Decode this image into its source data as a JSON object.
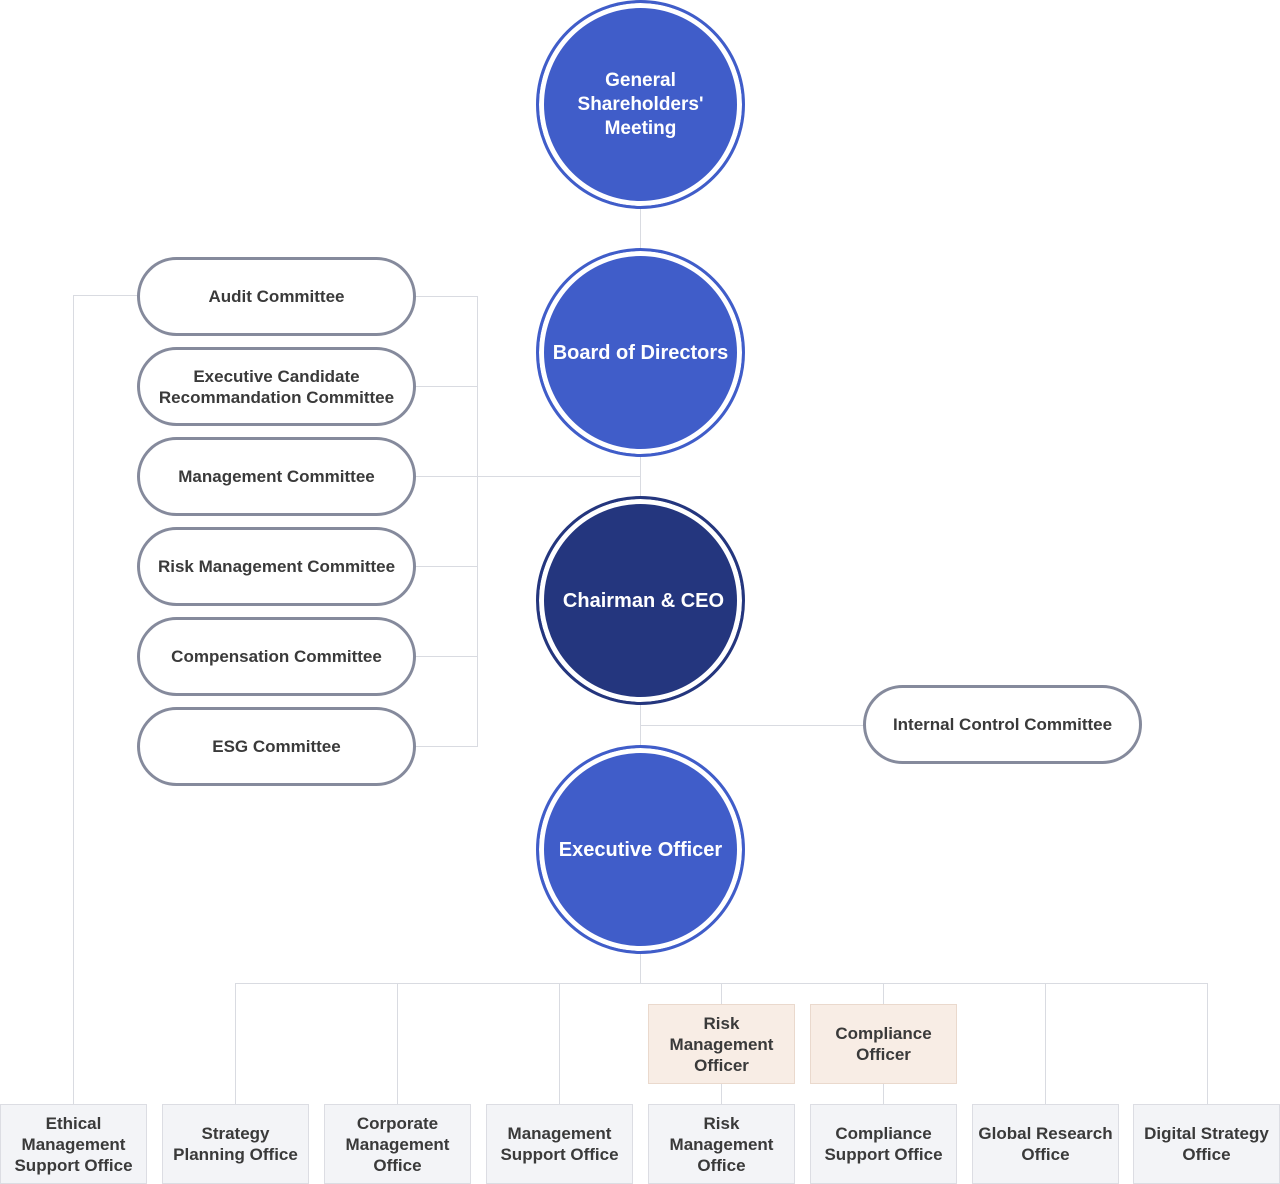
{
  "top": {
    "general_meeting": "General\nShareholders'\nMeeting",
    "board": "Board of Directors",
    "chairman": "Chairman & CEO",
    "executive": "Executive Officer"
  },
  "committees": [
    "Audit Committee",
    "Executive Candidate\nRecommandation Committee",
    "Management Committee",
    "Risk Management Committee",
    "Compensation Committee",
    "ESG Committee"
  ],
  "internal_control": "Internal Control Committee",
  "officers": {
    "risk": "Risk\nManagement\nOfficer",
    "compliance": "Compliance\nOfficer"
  },
  "offices": [
    "Ethical\nManagement\nSupport Office",
    "Strategy\nPlanning Office",
    "Corporate\nManagement\nOffice",
    "Management\nSupport Office",
    "Risk\nManagement\nOffice",
    "Compliance\nSupport Office",
    "Global Research\nOffice",
    "Digital Strategy\nOffice"
  ],
  "colors": {
    "circle_blue": "#405dc9",
    "circle_navy": "#24367e",
    "pill_border": "#858a9c",
    "office_bg": "#f3f4f7",
    "officer_bg": "#f8ede5",
    "connector": "#d9dbe1"
  }
}
